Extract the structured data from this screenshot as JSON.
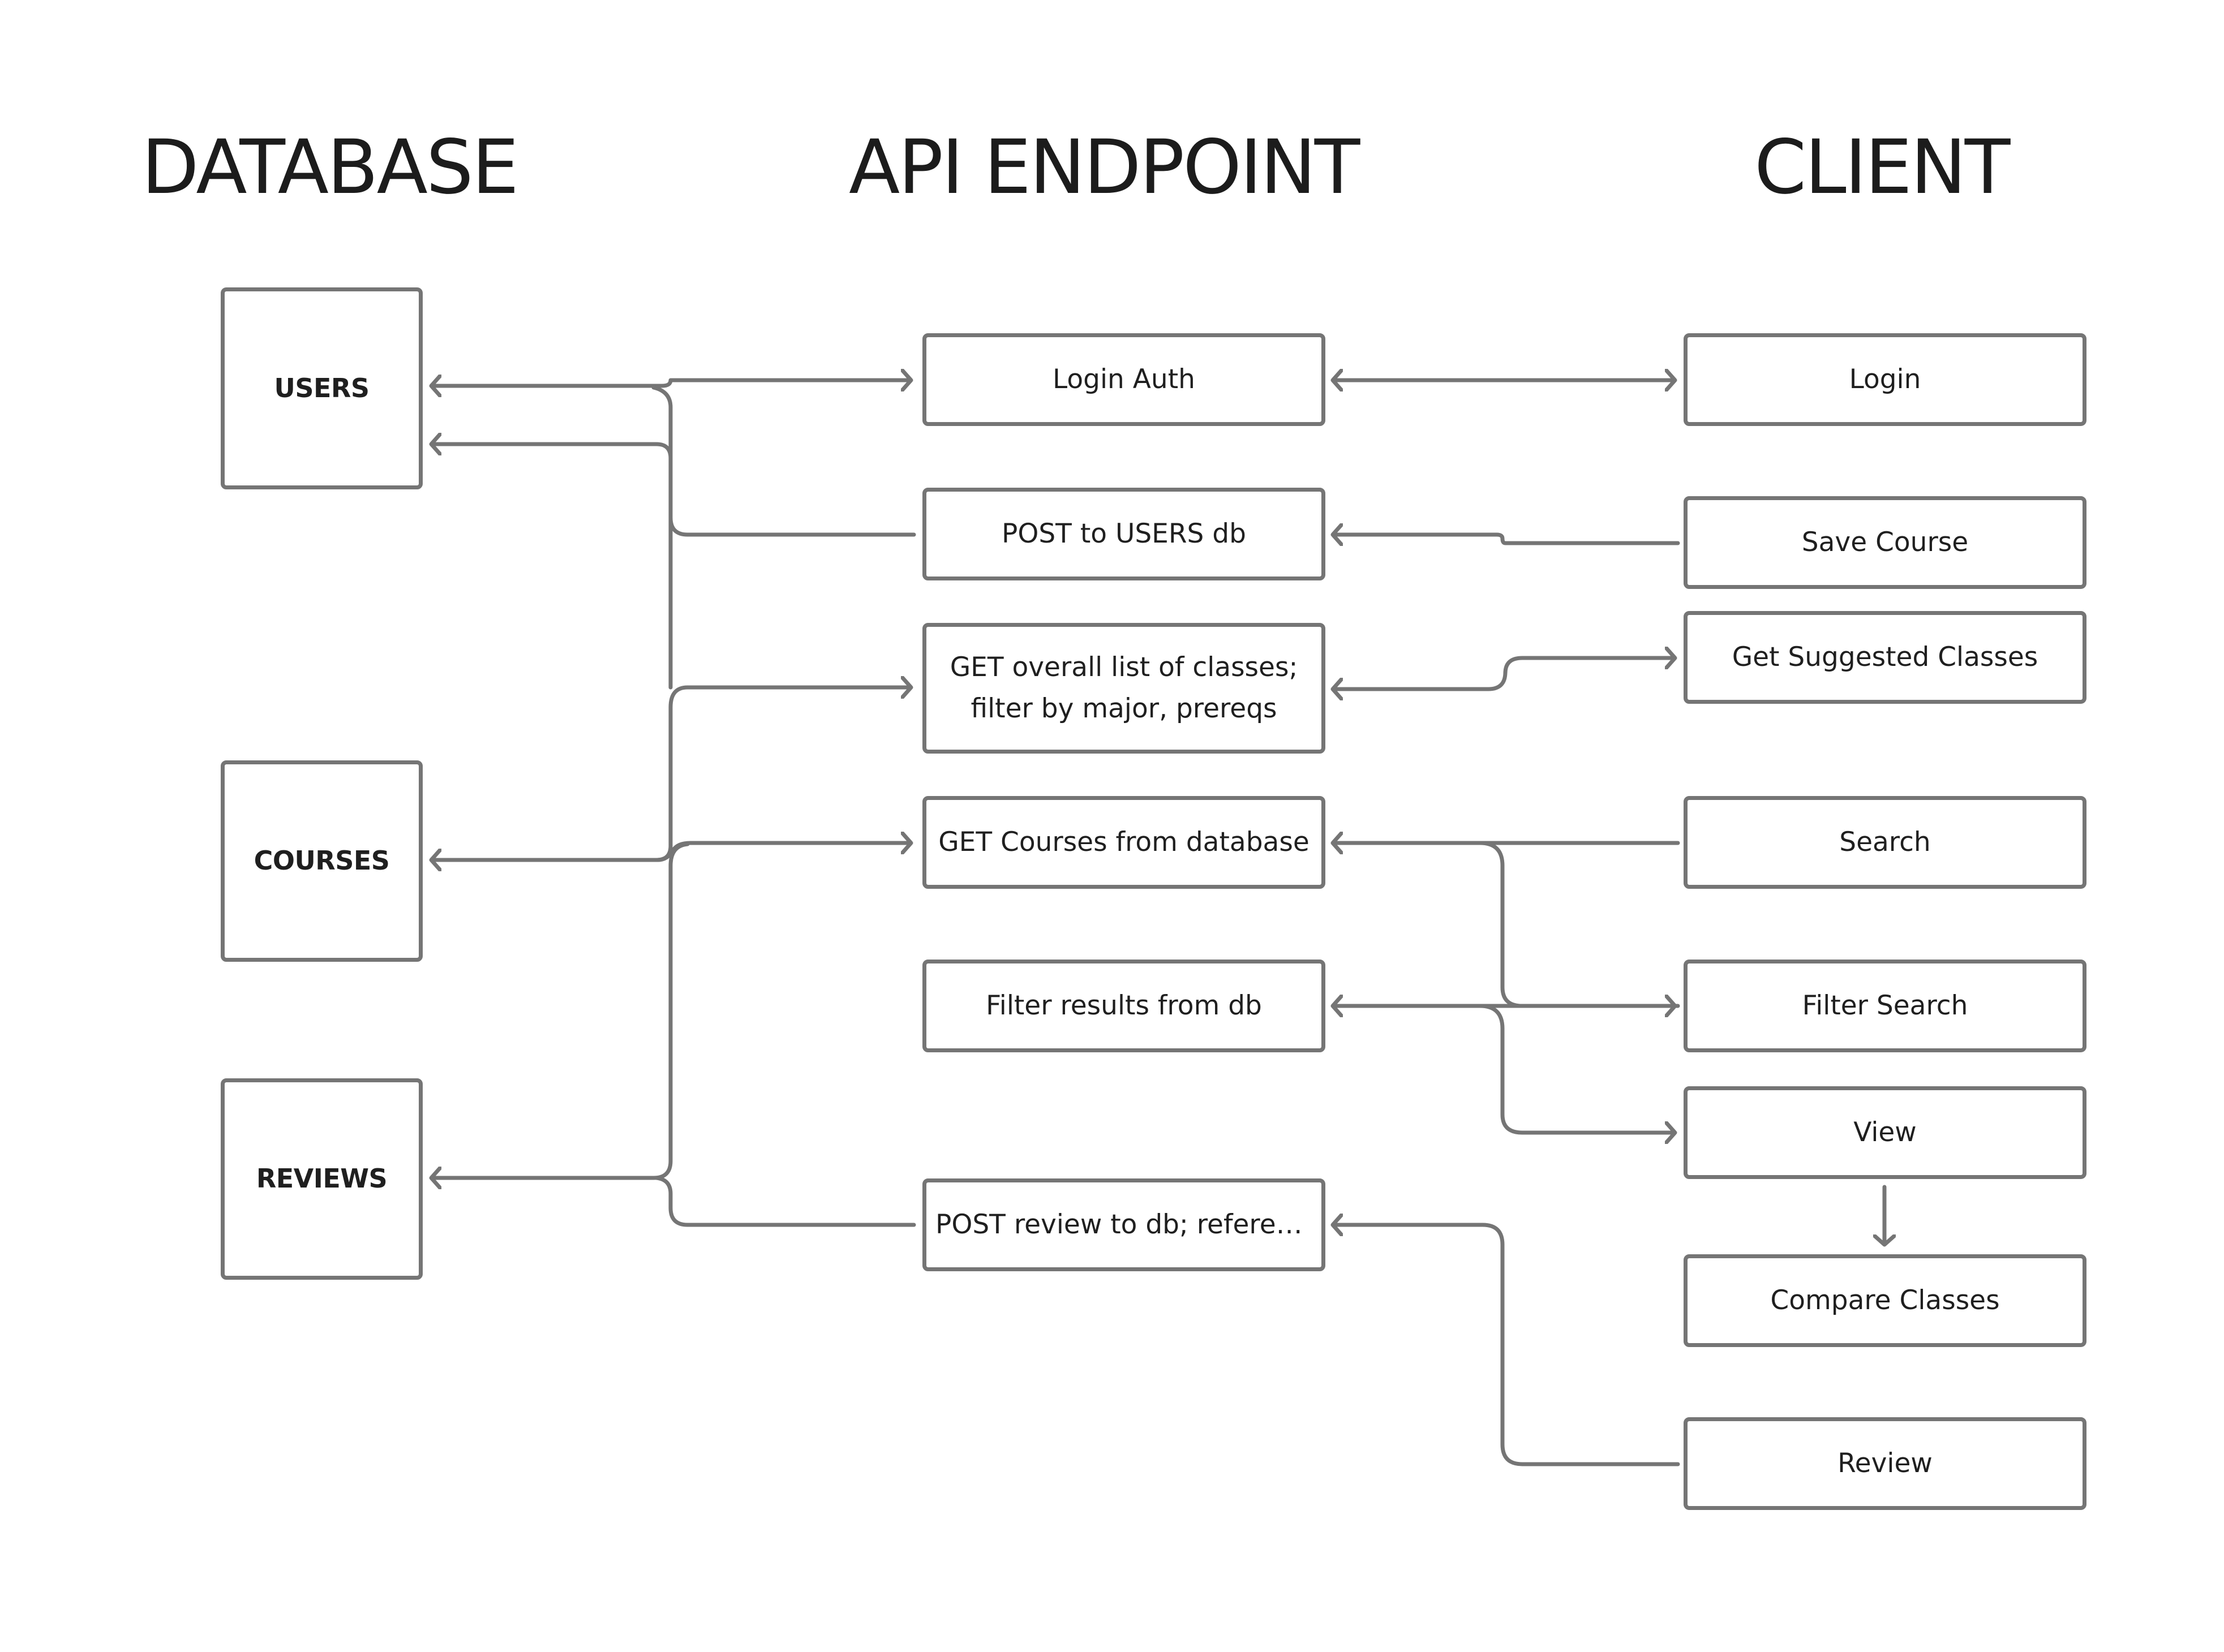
{
  "headings": {
    "database": "DATABASE",
    "api": "API ENDPOINT",
    "client": "CLIENT"
  },
  "database": {
    "users": "USERS",
    "courses": "COURSES",
    "reviews": "REVIEWS"
  },
  "api": {
    "login_auth": "Login Auth",
    "post_users": "POST to USERS db",
    "get_classes": "GET overall list of classes;\nfilter by major, prereqs",
    "get_courses": "GET Courses from database",
    "filter_results": "Filter results from db",
    "post_review": "POST review to db; referenc..."
  },
  "client": {
    "login": "Login",
    "save_course": "Save Course",
    "get_suggested": "Get Suggested Classes",
    "search": "Search",
    "filter_search": "Filter Search",
    "view": "View",
    "compare": "Compare Classes",
    "review": "Review"
  },
  "colors": {
    "line": "#757575",
    "text": "#1f1f1f",
    "background": "#ffffff"
  }
}
